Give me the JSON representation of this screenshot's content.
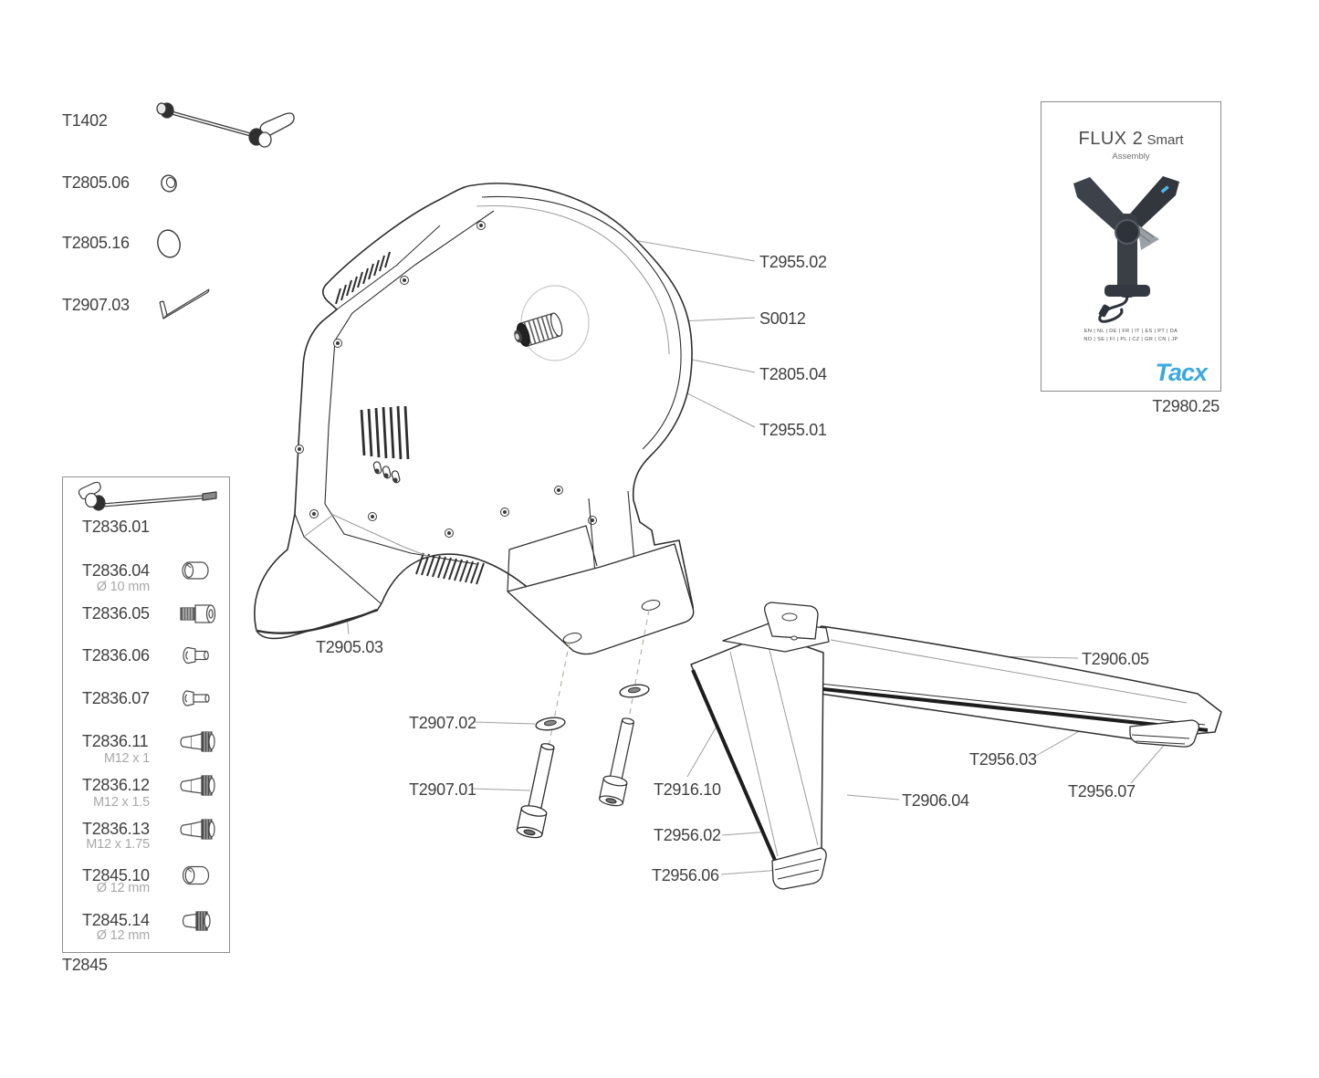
{
  "colors": {
    "line": "#2e2e2e",
    "light_line": "#9a9a9a",
    "label_text": "#3f3f3f",
    "sub_text": "#a8a8a8",
    "leader": "#a0a0a0",
    "dashed_line": "#b7b2a4",
    "brand_blue": "#3BA9DF",
    "photo_dark": "#3a3f46"
  },
  "top_parts": {
    "t1402": "T1402",
    "t2805_06": "T2805.06",
    "t2805_16": "T2805.16",
    "t2907_03": "T2907.03"
  },
  "kit_box": {
    "box_label": "T2845",
    "items": [
      {
        "id": "T2836.01",
        "sub": ""
      },
      {
        "id": "T2836.04",
        "sub": "Ø 10 mm"
      },
      {
        "id": "T2836.05",
        "sub": ""
      },
      {
        "id": "T2836.06",
        "sub": ""
      },
      {
        "id": "T2836.07",
        "sub": ""
      },
      {
        "id": "T2836.11",
        "sub": "M12 x 1"
      },
      {
        "id": "T2836.12",
        "sub": "M12 x 1.5"
      },
      {
        "id": "T2836.13",
        "sub": "M12 x 1.75"
      },
      {
        "id": "T2845.10",
        "sub": "Ø 12 mm"
      },
      {
        "id": "T2845.14",
        "sub": "Ø 12 mm"
      }
    ]
  },
  "callouts": {
    "t2955_02": "T2955.02",
    "s0012": "S0012",
    "t2805_04": "T2805.04",
    "t2955_01": "T2955.01",
    "t2905_03": "T2905.03",
    "t2907_02": "T2907.02",
    "t2907_01": "T2907.01",
    "t2916_10": "T2916.10",
    "t2956_02": "T2956.02",
    "t2956_06": "T2956.06",
    "t2906_04": "T2906.04",
    "t2906_05": "T2906.05",
    "t2956_03": "T2956.03",
    "t2956_07": "T2956.07"
  },
  "manual": {
    "title_main": "FLUX 2",
    "title_sub": " Smart",
    "subtitle": "Assembly",
    "languages_row1": "EN | NL | DE | FR | IT | ES | PT | DA",
    "languages_row2": "NO | SE | FI | PL | CZ | GR | CN | JP",
    "brand": "Tacx",
    "part_no": "T2980.25"
  }
}
